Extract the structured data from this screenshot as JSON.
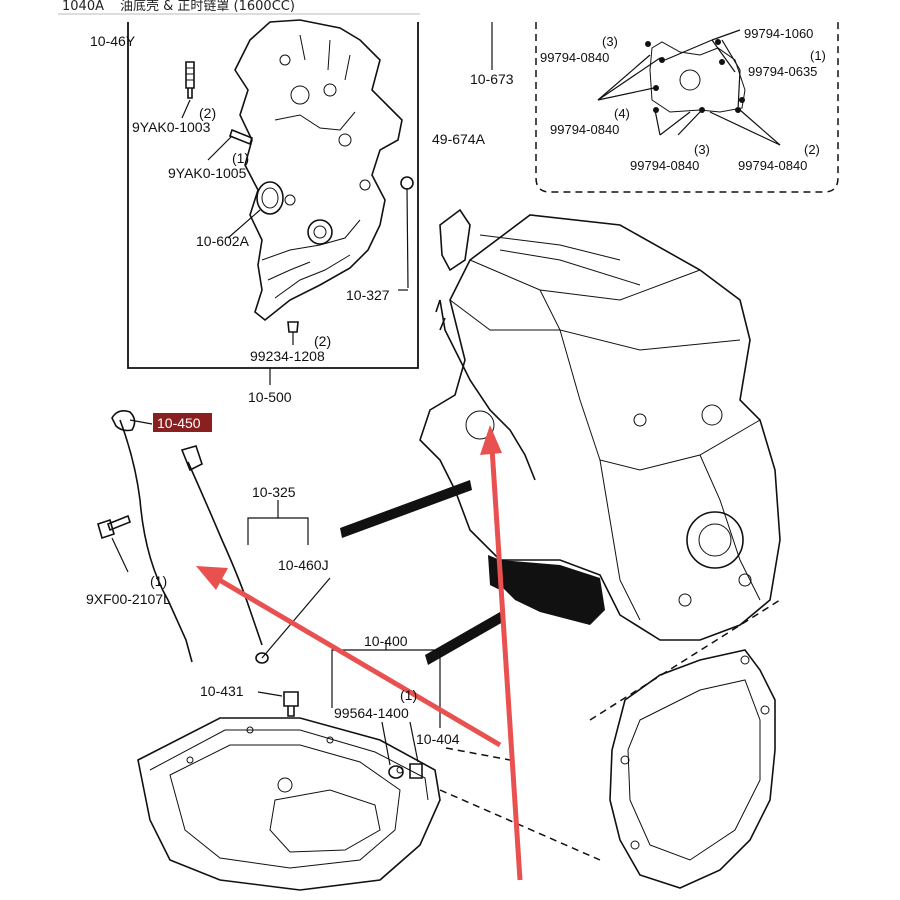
{
  "header": {
    "title_code": "1040A",
    "title_text": "油底壳 & 正时链罩 (1600CC)"
  },
  "colors": {
    "highlight_box": "#8a1f1f",
    "arrow": "#e8514f",
    "ink": "#111111"
  },
  "callouts": {
    "c10_46y": "10-46Y",
    "c10_673": "10-673",
    "c9yak0_1003_qty": "(2)",
    "c9yak0_1003": "9YAK0-1003",
    "c9yak0_1005_qty": "(1)",
    "c9yak0_1005": "9YAK0-1005",
    "c49_674a": "49-674A",
    "c10_602a": "10-602A",
    "c10_327": "10-327",
    "c99234_1208_qty": "(2)",
    "c99234_1208": "99234-1208",
    "c10_500": "10-500",
    "c10_450": "10-450",
    "c10_325": "10-325",
    "c10_460j": "10-460J",
    "c9xf00_qty": "(1)",
    "c9xf00_2107l": "9XF00-2107L",
    "c10_400": "10-400",
    "c99564_qty": "(1)",
    "c99564_1400": "99564-1400",
    "c10_404": "10-404",
    "c10_431": "10-431"
  },
  "inset": {
    "bolt_a_qty": "(3)",
    "bolt_a": "99794-0840",
    "bolt_b": "99794-1060",
    "bolt_c_qty": "(1)",
    "bolt_c": "99794-0635",
    "bolt_d_qty": "(4)",
    "bolt_d": "99794-0840",
    "bolt_e_qty": "(3)",
    "bolt_e": "99794-0840",
    "bolt_f_qty": "(2)",
    "bolt_f": "99794-0840"
  }
}
